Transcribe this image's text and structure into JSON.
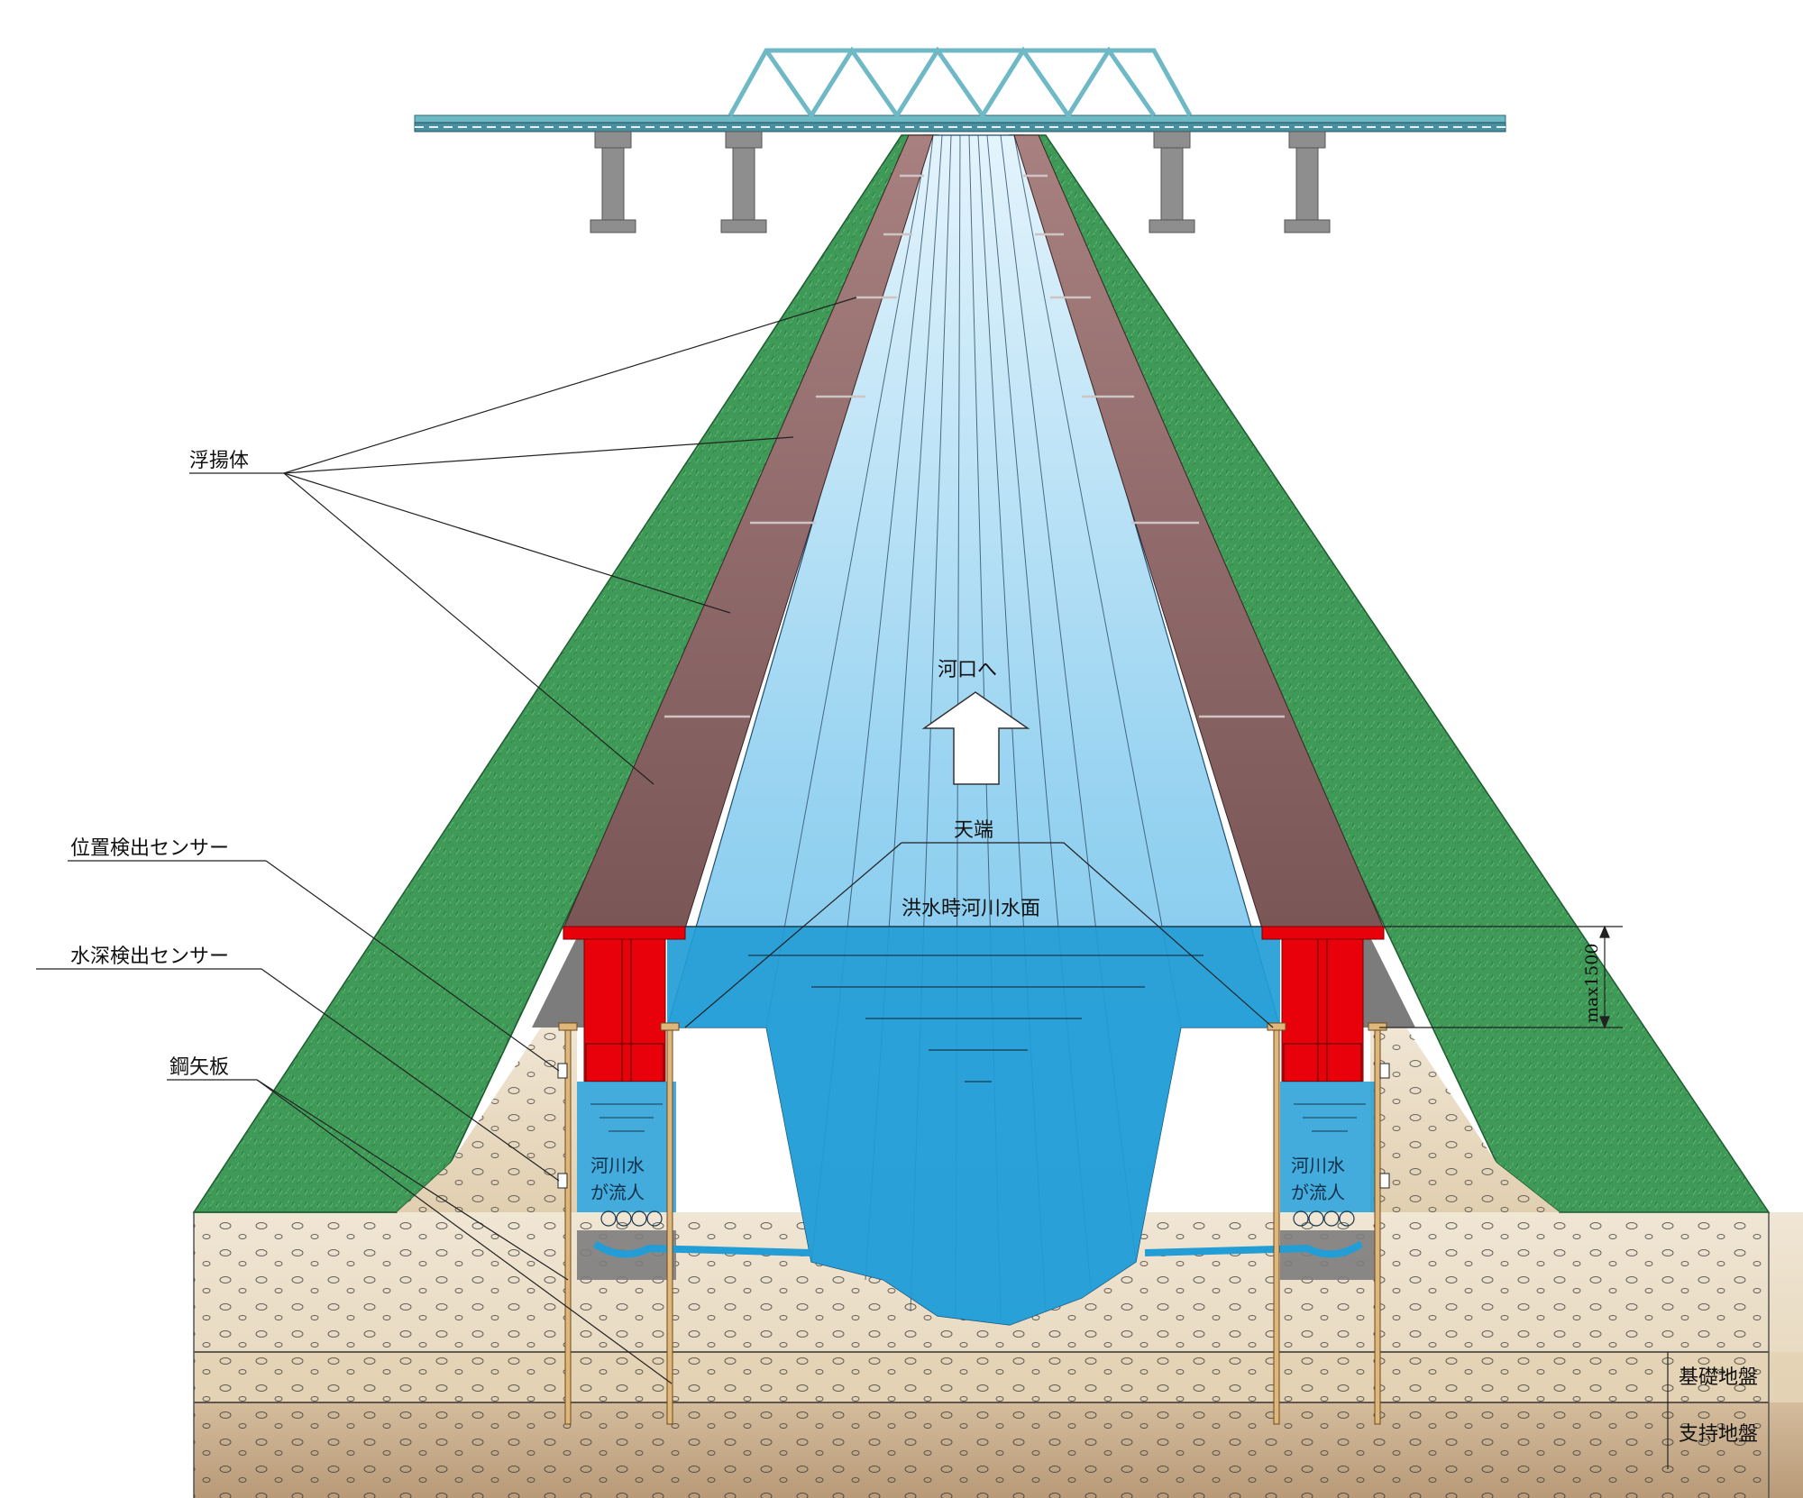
{
  "labels": {
    "floating_body": "浮揚体",
    "position_sensor": "位置検出センサー",
    "depth_sensor": "水深検出センサー",
    "steel_sheet_pile": "鋼矢板",
    "to_river_mouth": "河口へ",
    "crest": "天端",
    "flood_water_surface": "洪水時河川水面",
    "max_height": "max1500",
    "river_water_inflow_line1": "河川水",
    "river_water_inflow_line2": "が流人",
    "foundation_ground": "基礎地盤",
    "bearing_ground": "支持地盤"
  },
  "colors": {
    "grass": "#3f9a58",
    "grass_dark": "#2f7a44",
    "floating_body": "#8a6262",
    "floating_body_dark": "#6e4c4c",
    "red_support": "#e8000b",
    "water_light": "#b9e2f6",
    "water_deep": "#239dd6",
    "soil_upper": "#eadcc4",
    "soil_lower": "#c7ab8c",
    "bridge_truss": "#6fb9c6",
    "pier_gray": "#8e8e8e"
  }
}
